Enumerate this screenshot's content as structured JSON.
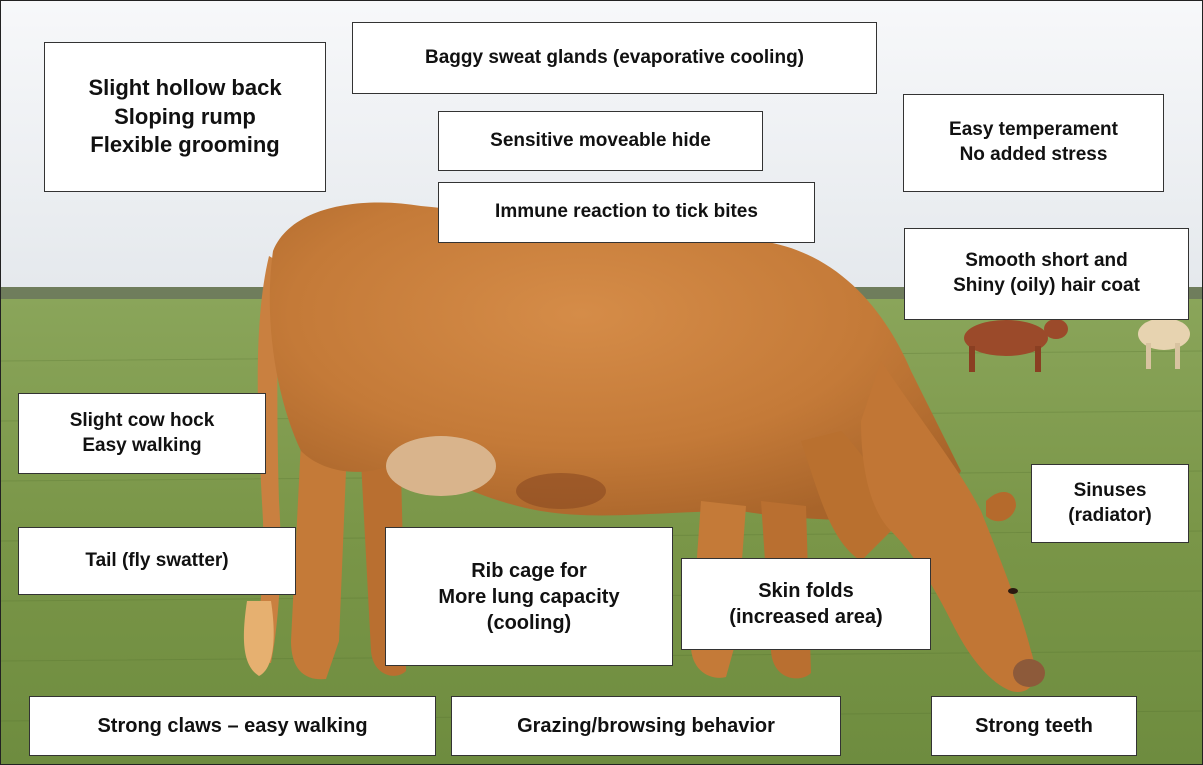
{
  "labels": {
    "back": [
      "Slight hollow back",
      "Sloping rump",
      "Flexible grooming"
    ],
    "sweat_glands": [
      "Baggy sweat glands (evaporative cooling)"
    ],
    "hide": [
      "Sensitive moveable hide"
    ],
    "temperament": [
      "Easy temperament",
      "No added stress"
    ],
    "tick": [
      "Immune reaction to tick bites"
    ],
    "coat": [
      "Smooth short and",
      "Shiny (oily) hair coat"
    ],
    "hock": [
      "Slight cow hock",
      "Easy walking"
    ],
    "sinuses": [
      "Sinuses",
      "(radiator)"
    ],
    "tail": [
      "Tail (fly swatter)"
    ],
    "rib_cage": [
      "Rib cage for",
      "More lung capacity",
      "(cooling)"
    ],
    "skin_folds": [
      "Skin folds",
      "(increased area)"
    ],
    "claws": [
      "Strong claws – easy walking"
    ],
    "grazing": [
      "Grazing/browsing behavior"
    ],
    "teeth": [
      "Strong teeth"
    ]
  },
  "colors": {
    "sky": "#f2f4f6",
    "grass": "#7f9c4f",
    "cow": "#c9813f",
    "label_border": "#333333"
  }
}
